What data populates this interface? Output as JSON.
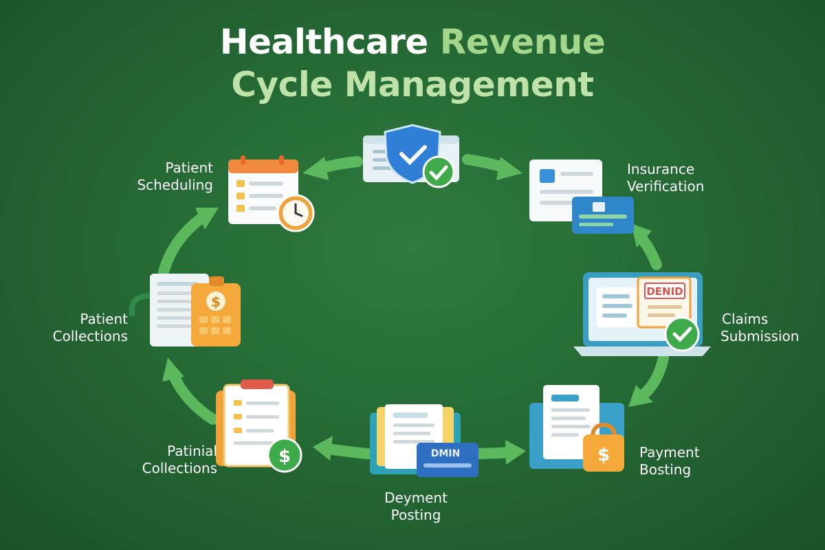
{
  "title": {
    "part1": "Healthcare",
    "part2": "Revenue",
    "line2": "Cycle Management"
  },
  "stages": [
    {
      "line1": "Patient",
      "line2": "Scheduling"
    },
    {
      "line1": "Insurance",
      "line2": "Verification"
    },
    {
      "line1": "Claims",
      "line2": "Submission"
    },
    {
      "line1": "Payment",
      "line2": "Bosting"
    },
    {
      "line1": "Deyment",
      "line2": "Posting"
    },
    {
      "line1": "Patinial",
      "line2": "Collections"
    },
    {
      "line1": "Patient",
      "line2": "Collections"
    }
  ],
  "icon_text": {
    "denied_stamp": "DENID",
    "card_text": "DMIN"
  },
  "colors": {
    "arrow": "#5cb85c",
    "accent_green": "#6ab04c",
    "accent_orange": "#f0a33a",
    "stamp_red": "#d9534f"
  }
}
